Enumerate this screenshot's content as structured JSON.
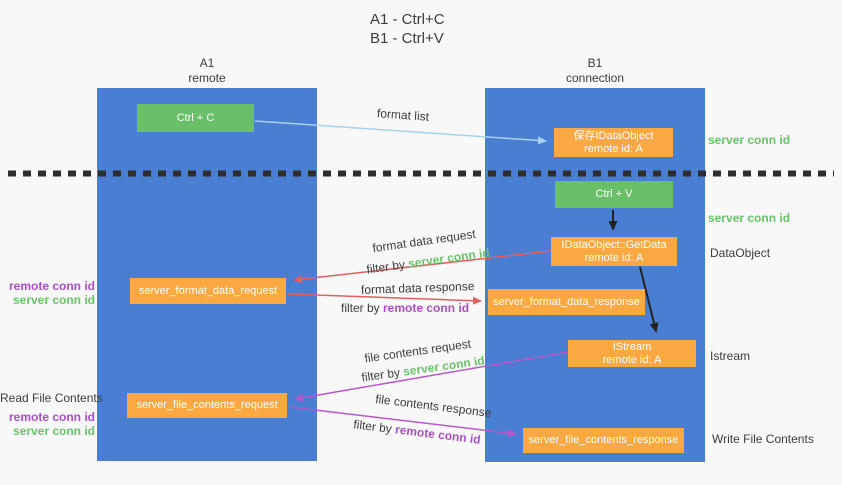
{
  "title": {
    "line1": "A1 - Ctrl+C",
    "line2": "B1 - Ctrl+V"
  },
  "columns": {
    "a": {
      "name": "A1",
      "subtitle": "remote"
    },
    "b": {
      "name": "B1",
      "subtitle": "connection"
    }
  },
  "nodes": {
    "ctrl_c": {
      "label": "Ctrl + C"
    },
    "save_idataobject": {
      "line1": "保存IDataObject",
      "line2": "remote id: A"
    },
    "ctrl_v": {
      "label": "Ctrl + V"
    },
    "getdata": {
      "line1": "IDataObject::GetData",
      "line2": "remote id: A"
    },
    "server_format_data_request": {
      "label": "server_format_data_request"
    },
    "server_format_data_response": {
      "label": "server_format_data_response"
    },
    "istream": {
      "line1": "IStream",
      "line2": "remote id: A"
    },
    "server_file_contents_request": {
      "label": "server_file_contents_request"
    },
    "server_file_contents_response": {
      "label": "server_file_contents_response"
    }
  },
  "edge_labels": {
    "format_list": "format list",
    "format_data_request": "format data request",
    "format_data_response": "format data response",
    "file_contents_request": "file contents request",
    "file_contents_response": "file contents response",
    "filter_by": "filter by ",
    "server_conn_id": "server conn id",
    "remote_conn_id": "remote conn id"
  },
  "annotations": {
    "right": {
      "server_conn_id_top": "server conn id",
      "server_conn_id_mid": "server conn id",
      "dataobject": "DataObject",
      "istream": "Istream",
      "write_file_contents": "Write File Contents"
    },
    "left": {
      "remote_conn_id_1": "remote conn id",
      "server_conn_id_1": "server conn id",
      "read_file_contents": "Read File Contents",
      "remote_conn_id_2": "remote conn id",
      "server_conn_id_2": "server conn id"
    }
  },
  "colors": {
    "column_blue": "#4a7ed2",
    "box_green": "#6abf69",
    "box_orange": "#f9a842",
    "arrow_red": "#e05f5f",
    "arrow_purple": "#b857c9",
    "arrow_blue": "#a6d2ef",
    "arrow_black": "#222222",
    "label_green": "#6cc26a",
    "label_purple": "#ab4fc8",
    "background": "#f8f8f8"
  }
}
